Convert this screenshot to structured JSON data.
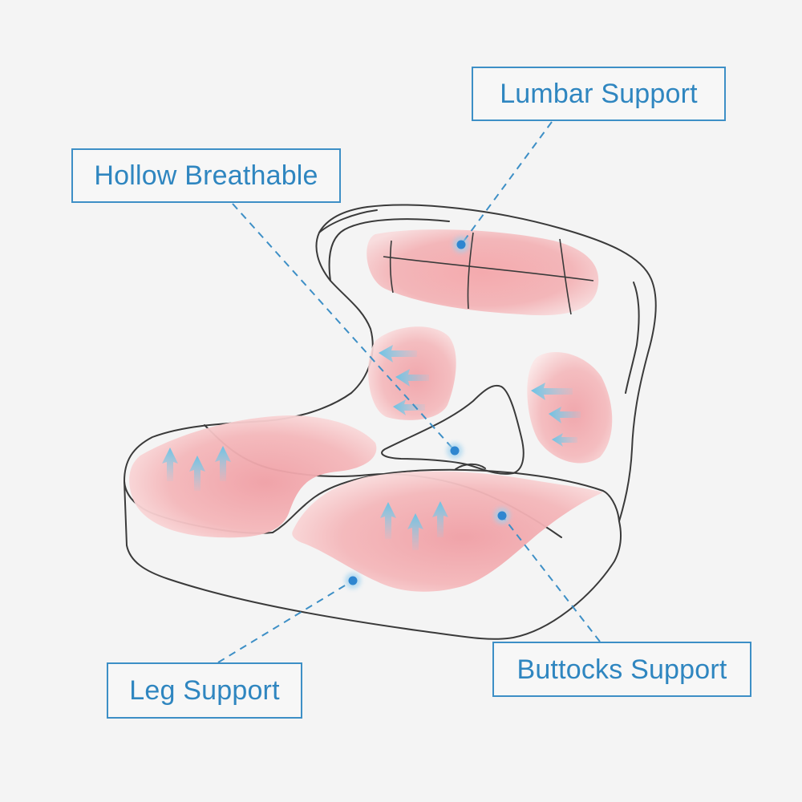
{
  "labels": {
    "lumbar": "Lumbar Support",
    "hollow": "Hollow Breathable",
    "leg": "Leg Support",
    "buttocks": "Buttocks Support"
  },
  "colors": {
    "background": "#f4f4f4",
    "accent_blue": "#3d8fc6",
    "label_text": "#2f86c0",
    "support_pink": "#f2a3a8",
    "airflow_cyan": "#79c8e6",
    "outline": "#3a3a3a"
  },
  "icons": [
    "airflow-arrow-icon",
    "upward-arrow-icon",
    "anchor-dot-icon"
  ]
}
